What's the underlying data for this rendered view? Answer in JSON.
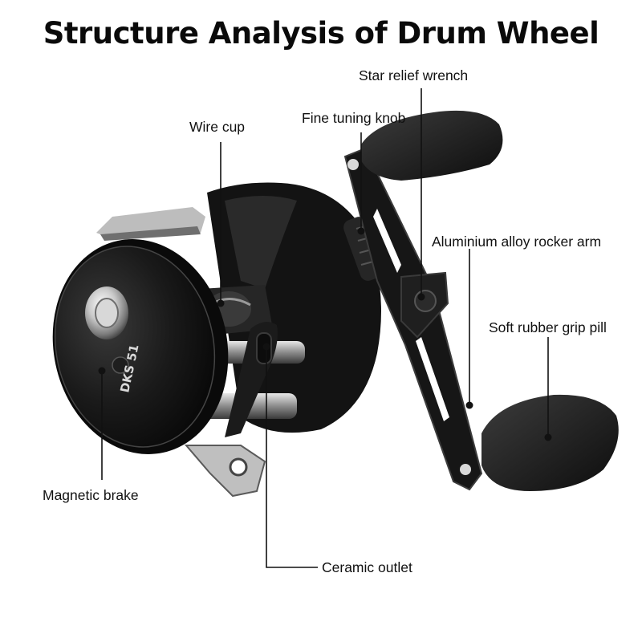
{
  "title": "Structure Analysis of Drum Wheel",
  "labels": {
    "star_relief_wrench": "Star relief wrench",
    "fine_tuning_knob": "Fine tuning knob",
    "wire_cup": "Wire cup",
    "aluminium_rocker_arm": "Aluminium alloy rocker arm",
    "soft_rubber_grip": "Soft rubber grip pill",
    "magnetic_brake": "Magnetic brake",
    "ceramic_outlet": "Ceramic outlet"
  },
  "reel_print": {
    "model": "DKS 51"
  },
  "colors": {
    "reel_body": "#161616",
    "leader_lines": "#111111",
    "background": "#ffffff"
  }
}
